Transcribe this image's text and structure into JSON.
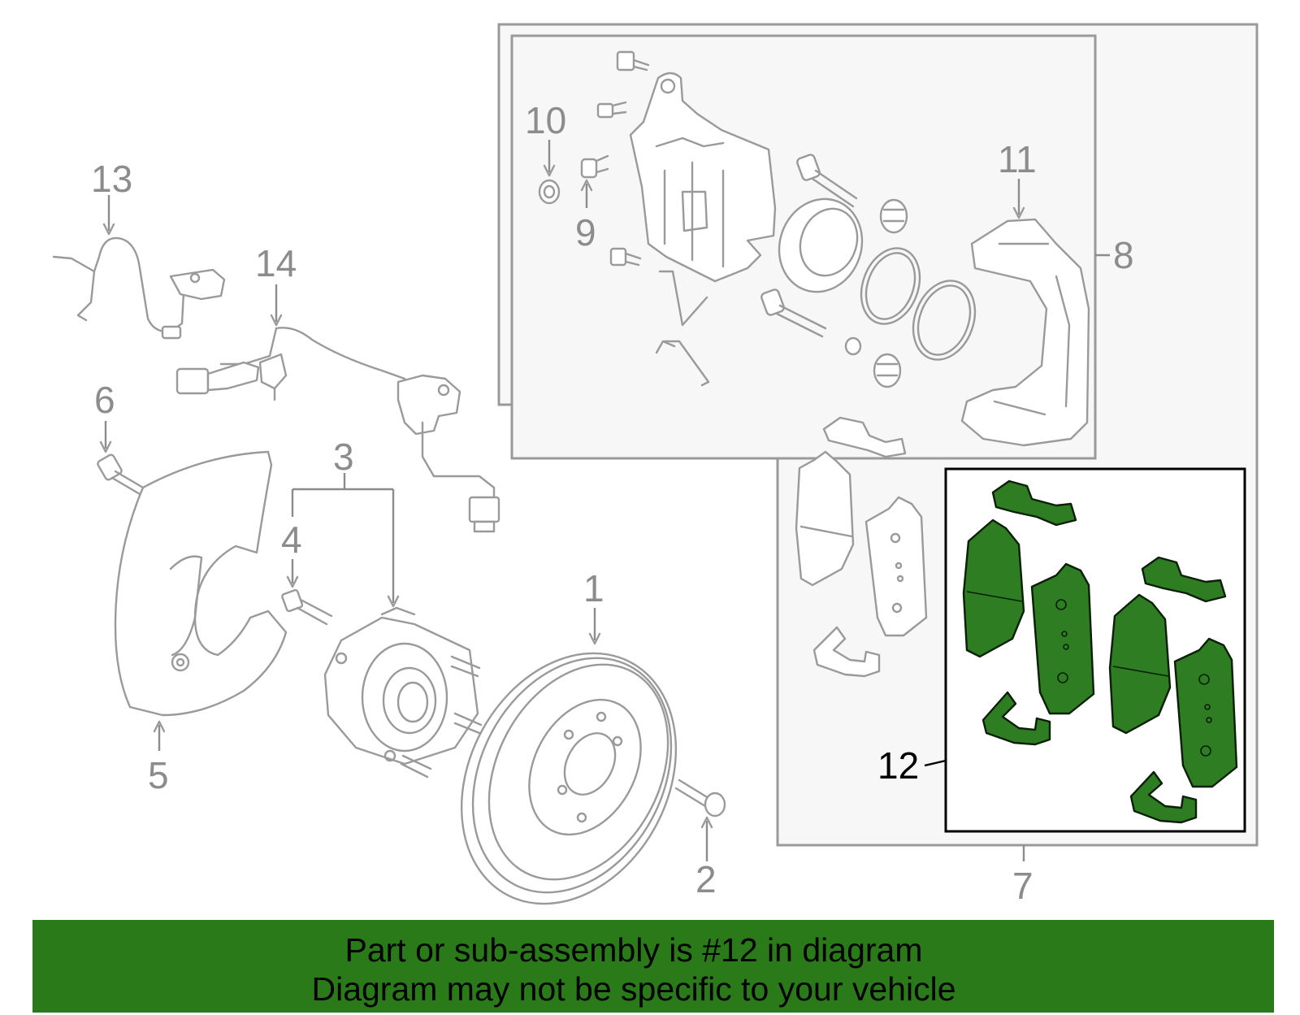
{
  "callouts": {
    "c1": "1",
    "c2": "2",
    "c3": "3",
    "c4": "4",
    "c5": "5",
    "c6": "6",
    "c7": "7",
    "c8": "8",
    "c9": "9",
    "c10": "10",
    "c11": "11",
    "c12": "12",
    "c13": "13",
    "c14": "14"
  },
  "highlight": {
    "part_number": "12",
    "color": "#2e7d22"
  },
  "banner": {
    "line1": "Part or sub-assembly is #12 in diagram",
    "line2": "Diagram may not be specific to your vehicle",
    "background": "#2a7a1a"
  }
}
